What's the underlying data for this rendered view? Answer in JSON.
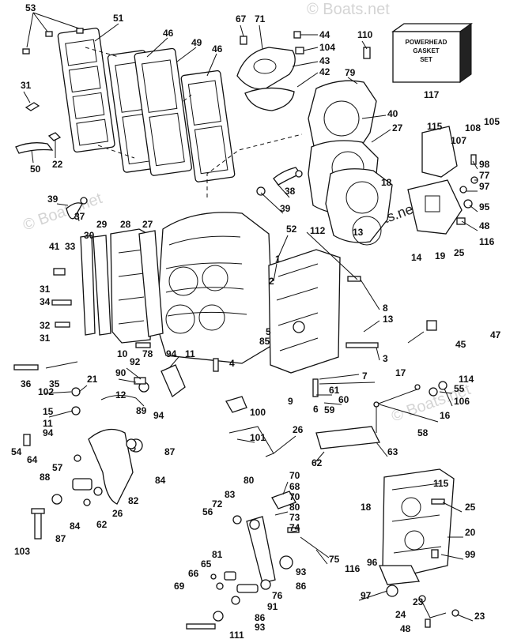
{
  "watermark": {
    "text": "© Boats.net"
  },
  "gasket_set_box": {
    "lines": [
      "POWERHEAD",
      "GASKET",
      "SET"
    ],
    "callout": "117"
  },
  "callouts": [
    "53",
    "51",
    "46",
    "49",
    "46",
    "67",
    "71",
    "44",
    "104",
    "110",
    "43",
    "42",
    "79",
    "31",
    "50",
    "22",
    "40",
    "27",
    "115",
    "108",
    "105",
    "107",
    "98",
    "77",
    "97",
    "95",
    "48",
    "116",
    "25",
    "19",
    "18",
    "39",
    "37",
    "38",
    "39",
    "112",
    "13",
    "14",
    "52",
    "41",
    "33",
    "30",
    "29",
    "28",
    "27",
    "31",
    "34",
    "32",
    "31",
    "1",
    "2",
    "5",
    "85",
    "3",
    "8",
    "13",
    "4",
    "10",
    "78",
    "94",
    "11",
    "92",
    "90",
    "21",
    "12",
    "89",
    "94",
    "36",
    "35",
    "102",
    "15",
    "11",
    "94",
    "54",
    "64",
    "57",
    "88",
    "82",
    "84",
    "87",
    "62",
    "26",
    "84",
    "87",
    "103",
    "9",
    "6",
    "7",
    "61",
    "60",
    "59",
    "17",
    "55",
    "106",
    "16",
    "58",
    "45",
    "47",
    "114",
    "100",
    "101",
    "26",
    "62",
    "63",
    "80",
    "70",
    "68",
    "70",
    "80",
    "73",
    "74",
    "75",
    "72",
    "56",
    "83",
    "81",
    "65",
    "66",
    "69",
    "86",
    "93",
    "76",
    "91",
    "86",
    "93",
    "111",
    "115",
    "18",
    "25",
    "20",
    "99",
    "116",
    "96",
    "97",
    "23",
    "24",
    "48",
    "23"
  ]
}
